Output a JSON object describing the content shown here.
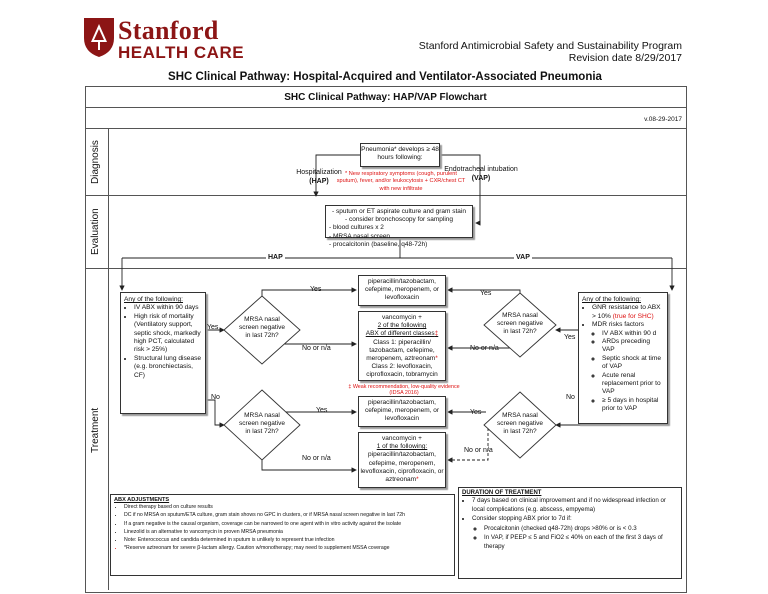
{
  "header": {
    "logo_name": "Stanford",
    "logo_sub": "HEALTH CARE",
    "program": "Stanford Antimicrobial Safety and Sustainability Program",
    "revision": "Revision date 8/29/2017",
    "main_title": "SHC Clinical Pathway: Hospital-Acquired and Ventilator-Associated Pneumonia"
  },
  "flowchart": {
    "title": "SHC Clinical Pathway: HAP/VAP Flowchart",
    "version": "v.08-29-2017",
    "lanes": [
      "Diagnosis",
      "Evaluation",
      "Treatment"
    ],
    "diagnosis": {
      "pneumonia_box": "Pneumonia* develops ≥ 48 hours following:",
      "hosp_label": "Hospitalization",
      "hap_tag": "(HAP)",
      "intub_label": "Endotracheal intubation",
      "vap_tag": "(VAP)",
      "footnote": "* New respiratory symptoms (cough, purulent sputum), fever, and/or leukocytosis + CXR/chest CT with new infiltrate"
    },
    "evaluation": {
      "items": [
        "- sputum or ET aspirate culture and gram stain",
        "- consider bronchoscopy for sampling",
        "- blood cultures x 2",
        "- MRSA nasal screen",
        "- procalcitonin (baseline, q48-72h)"
      ]
    },
    "branch_labels": {
      "hap": "HAP",
      "vap": "VAP"
    },
    "hap_criteria": {
      "title": "Any of the following:",
      "items": [
        "IV ABX within 90 days",
        "High risk of mortality (Ventilatory support, septic shock, markedly high PCT, calculated risk > 25%)",
        "Structural lung disease (e.g. bronchiectasis, CF)"
      ]
    },
    "vap_criteria": {
      "title": "Any of the following:",
      "items": [
        {
          "text": "GNR resistance to ABX > 10% ",
          "red": "(true for SHC)"
        },
        {
          "text": "MDR risks factors",
          "red": ""
        }
      ],
      "subitems": [
        "IV ABX within 90 d",
        "ARDs preceding VAP",
        "Septic shock at time of VAP",
        "Acute renal replacement prior to VAP",
        "≥ 5 days in hospital prior to VAP"
      ]
    },
    "diamonds": {
      "d1": "MRSA nasal screen negative in last 72h?",
      "d2": "MRSA nasal screen negative in last 72h?",
      "d3": "MRSA nasal screen negative in last 72h?",
      "d4": "MRSA nasal screen negative in last 72h?"
    },
    "edge_labels": {
      "yes": "Yes",
      "no": "No",
      "no_or_na": "No or n/a"
    },
    "treatment": {
      "pip1": "piperacillin/tazobactam, cefepime, meropenem, or levofloxacin",
      "vanc2_lines": [
        "vancomycin +",
        "2 of the following",
        "ABX of different classes",
        "Class 1: piperacillin/ tazobactam, cefepime, meropenem, aztreonam",
        "Class 2: levofloxacin, ciprofloxacin, tobramycin"
      ],
      "weak_rec": "Weak recommendation, low-quality evidence (IDSA 2016)",
      "pip2": "piperacillin/tazobactam, cefepime, meropenem, or levofloxacin",
      "vanc1_lines": [
        "vancomycin +",
        "1 of the following:",
        "piperacillin/tazobactam, cefepime, meropenem, levofloxacin, ciprofloxacin, or aztreonam"
      ]
    },
    "abx_adjustments": {
      "title": "ABX ADJUSTMENTS",
      "items": [
        "Direct therapy based on culture results",
        "DC if no MRSA on sputum/ETA culture, gram stain shows no GPC in clusters, or if MRSA nasal screen negative in last 72h",
        "If a gram negative is the causal organism, coverage can be narrowed to one agent with in vitro activity against the isolate",
        "Linezolid is an alternative to vancomycin in proven MRSA pneumonia",
        "Note: Enterococcus and candida determined in sputum is unlikely to represent true infection",
        "*Reserve aztreonam for severe β-lactam allergy. Caution w/monotherapy; may need to supplement MSSA coverage"
      ]
    },
    "duration": {
      "title": "DURATION OF TREATMENT",
      "items": [
        "7 days based on clinical improvement and if no widespread infection or local complications (e.g. abscess, empyema)",
        "Consider stopping ABX prior to 7d if:"
      ],
      "subitems": [
        "Procalcitonin (checked q48-72h) drops >80% or is < 0.3",
        "In VAP, if PEEP ≤ 5 and FiO2 ≤ 40% on each of the first 3 days of therapy"
      ]
    }
  },
  "colors": {
    "brand": "#8c1515",
    "accent_red": "#dd1111"
  }
}
